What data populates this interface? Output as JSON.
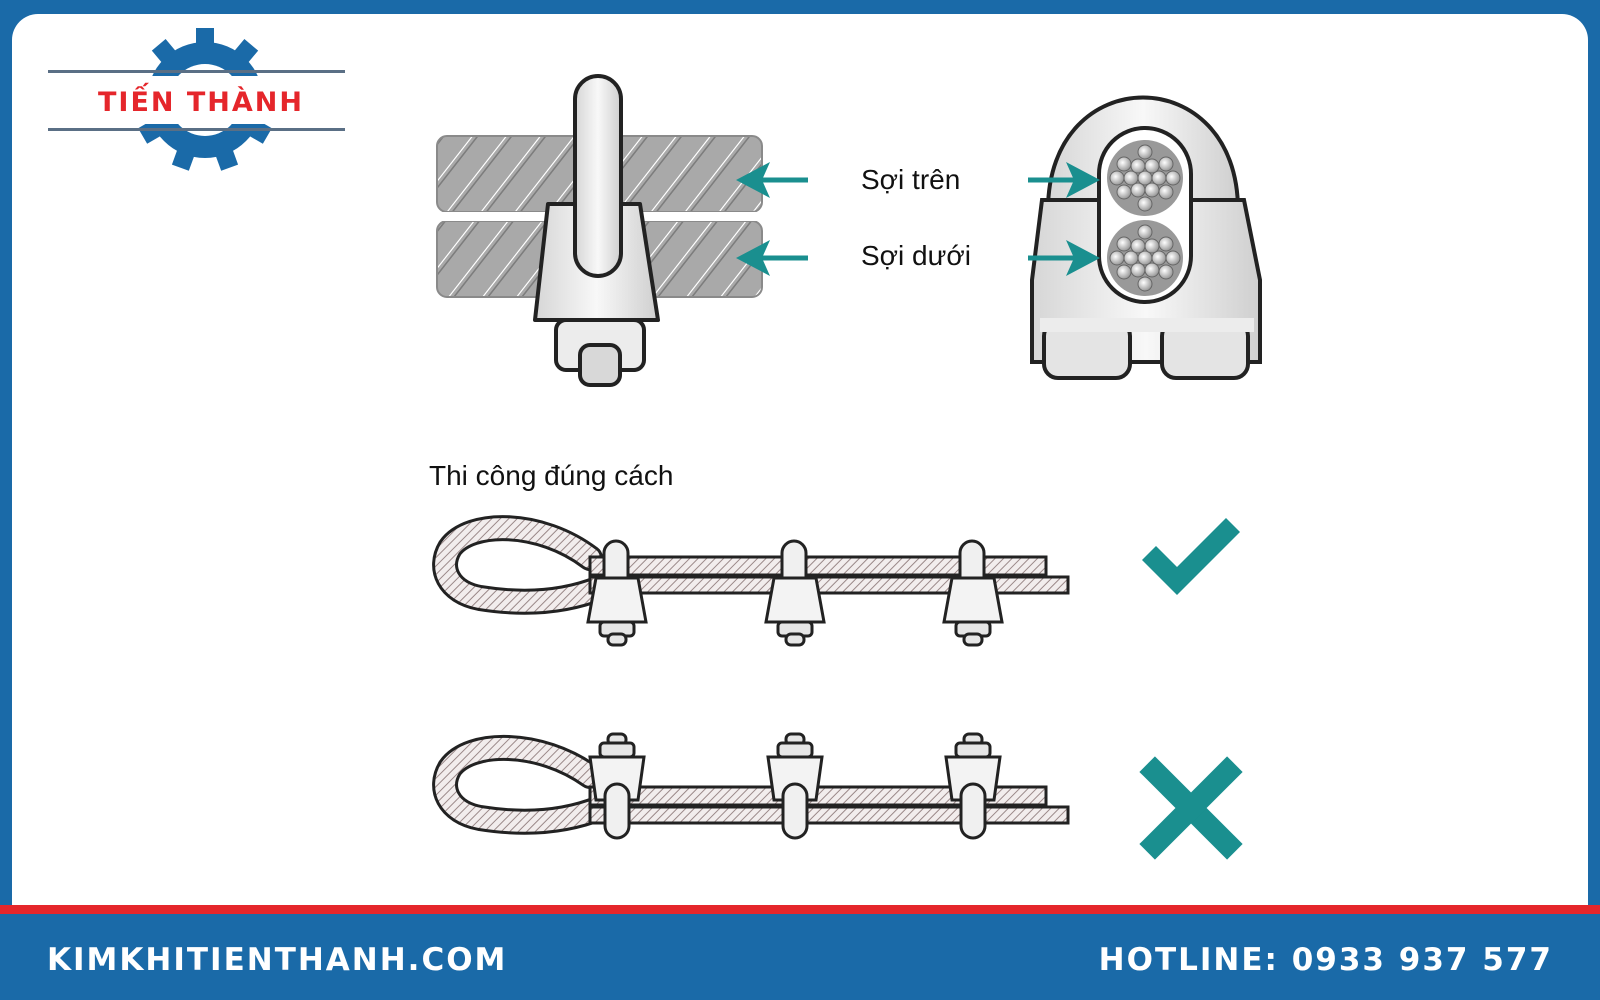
{
  "brand": {
    "name": "TIẾN THÀNH"
  },
  "diagram": {
    "top_label": "Sợi trên",
    "bottom_label": "Sợi dưới",
    "section_title": "Thi công đúng cách",
    "correct_mark": "check-icon",
    "wrong_mark": "cross-icon"
  },
  "footer": {
    "website": "KIMKHITIENTHANH.COM",
    "hotline": "HOTLINE: 0933 937 577"
  },
  "colors": {
    "brand_blue": "#1a6aa8",
    "brand_red": "#e5262b",
    "teal": "#1a8f8f"
  }
}
